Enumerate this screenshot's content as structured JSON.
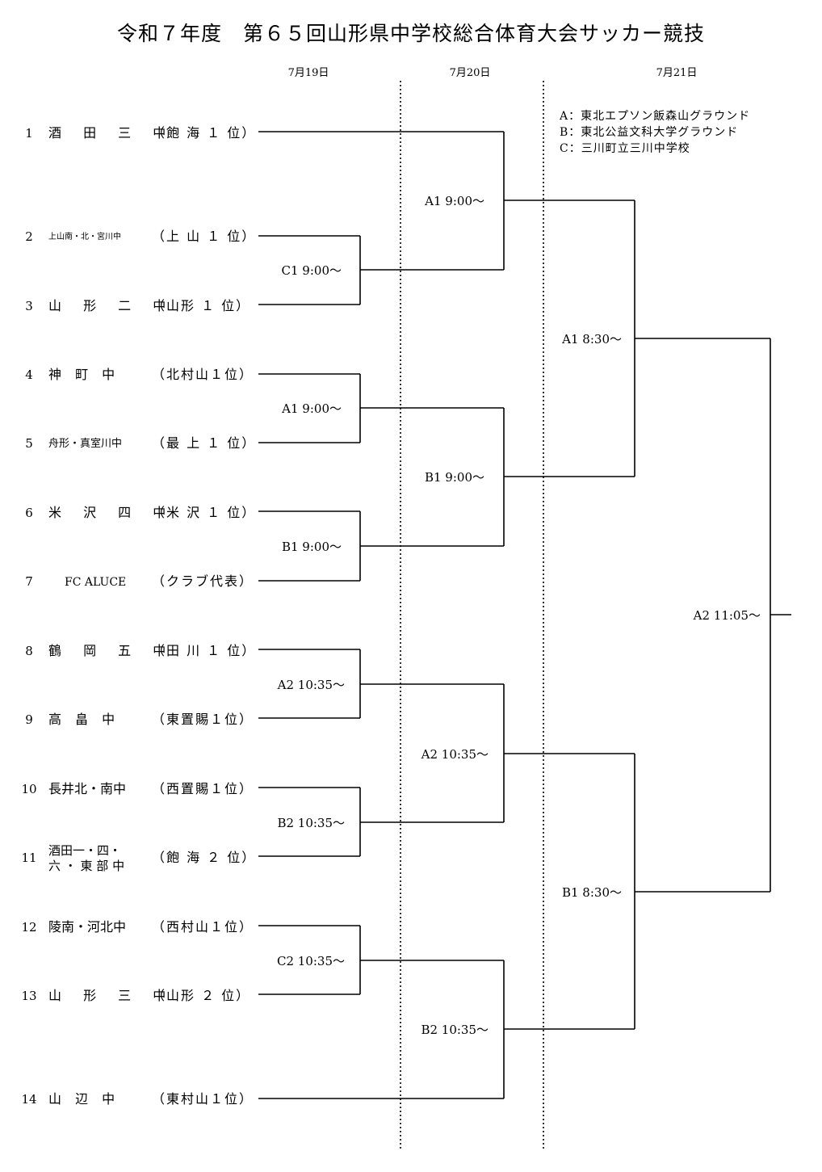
{
  "title": "令和７年度　第６５回山形県中学校総合体育大会サッカー競技",
  "dates": [
    "7月19日",
    "7月20日",
    "7月21日"
  ],
  "legend": [
    "A：東北エプソン飯森山グラウンド",
    "B：東北公益文科大学グラウンド",
    "C：三川町立三川中学校"
  ],
  "teams": [
    {
      "no": "1",
      "name": "酒 田 三 中",
      "rep": "（飽 海 １ 位）"
    },
    {
      "no": "2",
      "name": "上山南・北・宮川中",
      "rep": "（上 山 １ 位）"
    },
    {
      "no": "3",
      "name": "山 形 二 中",
      "rep": "（山形 １ 位）"
    },
    {
      "no": "4",
      "name": "神  町  中",
      "rep": "（北村山１位）"
    },
    {
      "no": "5",
      "name": "舟形・真室川中",
      "rep": "（最 上 １ 位）"
    },
    {
      "no": "6",
      "name": "米 沢 四 中",
      "rep": "（米 沢 １ 位）"
    },
    {
      "no": "7",
      "name": "FC ALUCE",
      "rep": "（クラブ代表）"
    },
    {
      "no": "8",
      "name": "鶴 岡 五 中",
      "rep": "（田 川 １ 位）"
    },
    {
      "no": "9",
      "name": "高  畠  中",
      "rep": "（東置賜１位）"
    },
    {
      "no": "10",
      "name": "長井北・南中",
      "rep": "（西置賜１位）"
    },
    {
      "no": "11",
      "name_line1": "酒田一・四・",
      "name_line2": "六 ・ 東 部 中",
      "rep": "（飽 海 ２ 位）"
    },
    {
      "no": "12",
      "name": "陵南・河北中",
      "rep": "（西村山１位）"
    },
    {
      "no": "13",
      "name": "山 形 三 中",
      "rep": "（山形 ２ 位）"
    },
    {
      "no": "14",
      "name": "山  辺  中",
      "rep": "（東村山１位）"
    }
  ],
  "matches": {
    "r1": [
      "C1 9:00～",
      "A1 9:00～",
      "B1 9:00～",
      "A2 10:35～",
      "B2 10:35～",
      "C2 10:35～"
    ],
    "r2": [
      "A1 9:00～",
      "B1 9:00～",
      "A2 10:35～",
      "B2 10:35～"
    ],
    "sf": [
      "A1 8:30～",
      "B1 8:30～"
    ],
    "final": "A2 11:05～"
  }
}
